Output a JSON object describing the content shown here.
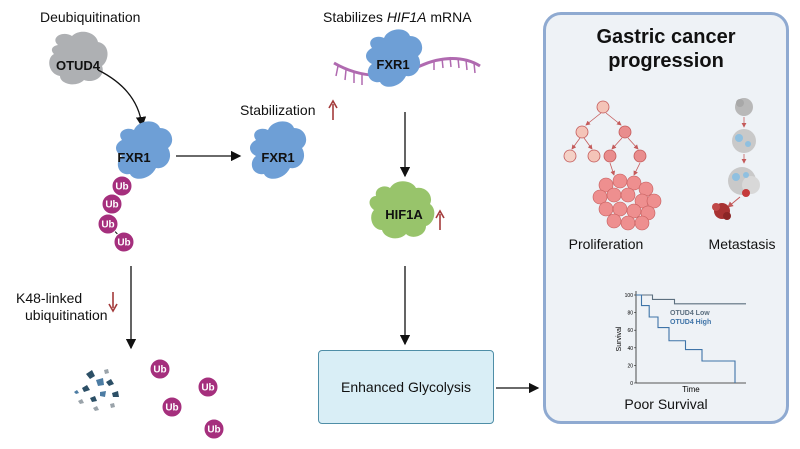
{
  "labels": {
    "deubiquitination": "Deubiquitination",
    "stabilizes_prefix": "Stabilizes ",
    "stabilizes_gene": "HIF1A",
    "stabilizes_suffix": " mRNA",
    "stabilization": "Stabilization",
    "k48_line1": "K48-linked",
    "k48_line2": "ubiquitination",
    "enhanced_glycolysis": "Enhanced Glycolysis"
  },
  "proteins": {
    "otud4": "OTUD4",
    "fxr1": "FXR1",
    "hif1a": "HIF1A",
    "ub": "Ub"
  },
  "panel": {
    "title_line1": "Gastric cancer",
    "title_line2": "progression",
    "proliferation": "Proliferation",
    "metastasis": "Metastasis",
    "poor_survival": "Poor Survival"
  },
  "chart_data": {
    "type": "line",
    "xlabel": "Time",
    "ylabel": "Survival",
    "ylim": [
      0,
      100
    ],
    "yticks": [
      0,
      20,
      40,
      60,
      80,
      100
    ],
    "series": [
      {
        "name": "OTUD4 Low",
        "color": "#5c6f7f",
        "x": [
          0,
          1.5,
          1.5,
          3.5,
          3.5,
          10
        ],
        "values": [
          100,
          100,
          95,
          95,
          90,
          90
        ]
      },
      {
        "name": "OTUD4 High",
        "color": "#3f74a8",
        "x": [
          0,
          0.5,
          0.5,
          1.2,
          1.2,
          2,
          2,
          3,
          3,
          4.5,
          4.5,
          6,
          6,
          9,
          9
        ],
        "values": [
          100,
          100,
          88,
          88,
          75,
          75,
          63,
          63,
          48,
          48,
          38,
          38,
          25,
          25,
          0
        ]
      }
    ],
    "xlim": [
      0,
      10
    ]
  },
  "colors": {
    "protein_blue": "#6e9fd6",
    "hif_green": "#98c46b",
    "ub_magenta": "#a52f7d",
    "up_arrow": "#a33a3a",
    "panel_border": "#8faad1",
    "panel_bg": "#eef2f6",
    "glyco_box": "#d9eef6"
  }
}
